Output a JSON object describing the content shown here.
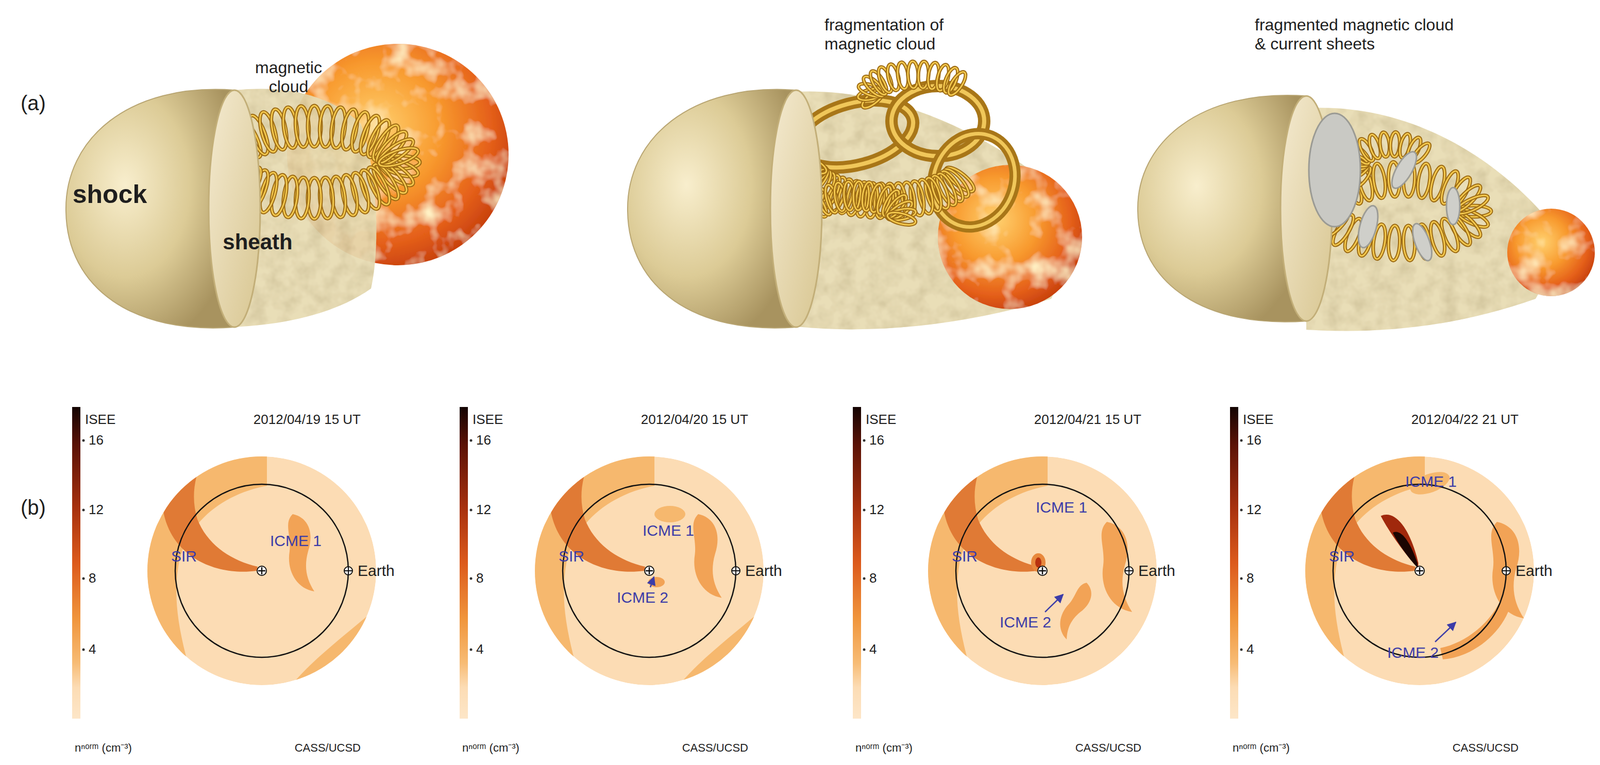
{
  "diagram": {
    "labels": [
      "(a)",
      "magnetic cloud",
      "shock",
      "sheath",
      "fragmentation of magnetic cloud",
      "fragmented magnetic cloud & current sheets",
      "(b)",
      "ISEE",
      "2012/04/19 15 UT",
      "16",
      "12",
      "8",
      "4",
      "nⁿᵒʳᵐ (cm⁻³)",
      "CASS/UCSD",
      "SIR",
      "ICME 1",
      "Earth",
      "ISEE",
      "2012/04/20 15 UT",
      "16",
      "12",
      "8",
      "4",
      "nⁿᵒʳᵐ (cm⁻³)",
      "CASS/UCSD",
      "SIR",
      "ICME 1",
      "ICME 2",
      "Earth",
      "ISEE",
      "2012/04/21 15 UT",
      "16",
      "12",
      "8",
      "4",
      "nⁿᵒʳᵐ (cm⁻³)",
      "CASS/UCSD",
      "SIR",
      "ICME 1",
      "ICME 2",
      "Earth",
      "ISEE",
      "2012/04/22 21 UT",
      "16",
      "12",
      "8",
      "4",
      "nⁿᵒʳᵐ (cm⁻³)",
      "CASS/UCSD",
      "SIR",
      "ICME 1",
      "ICME 2",
      "Earth"
    ]
  }
}
